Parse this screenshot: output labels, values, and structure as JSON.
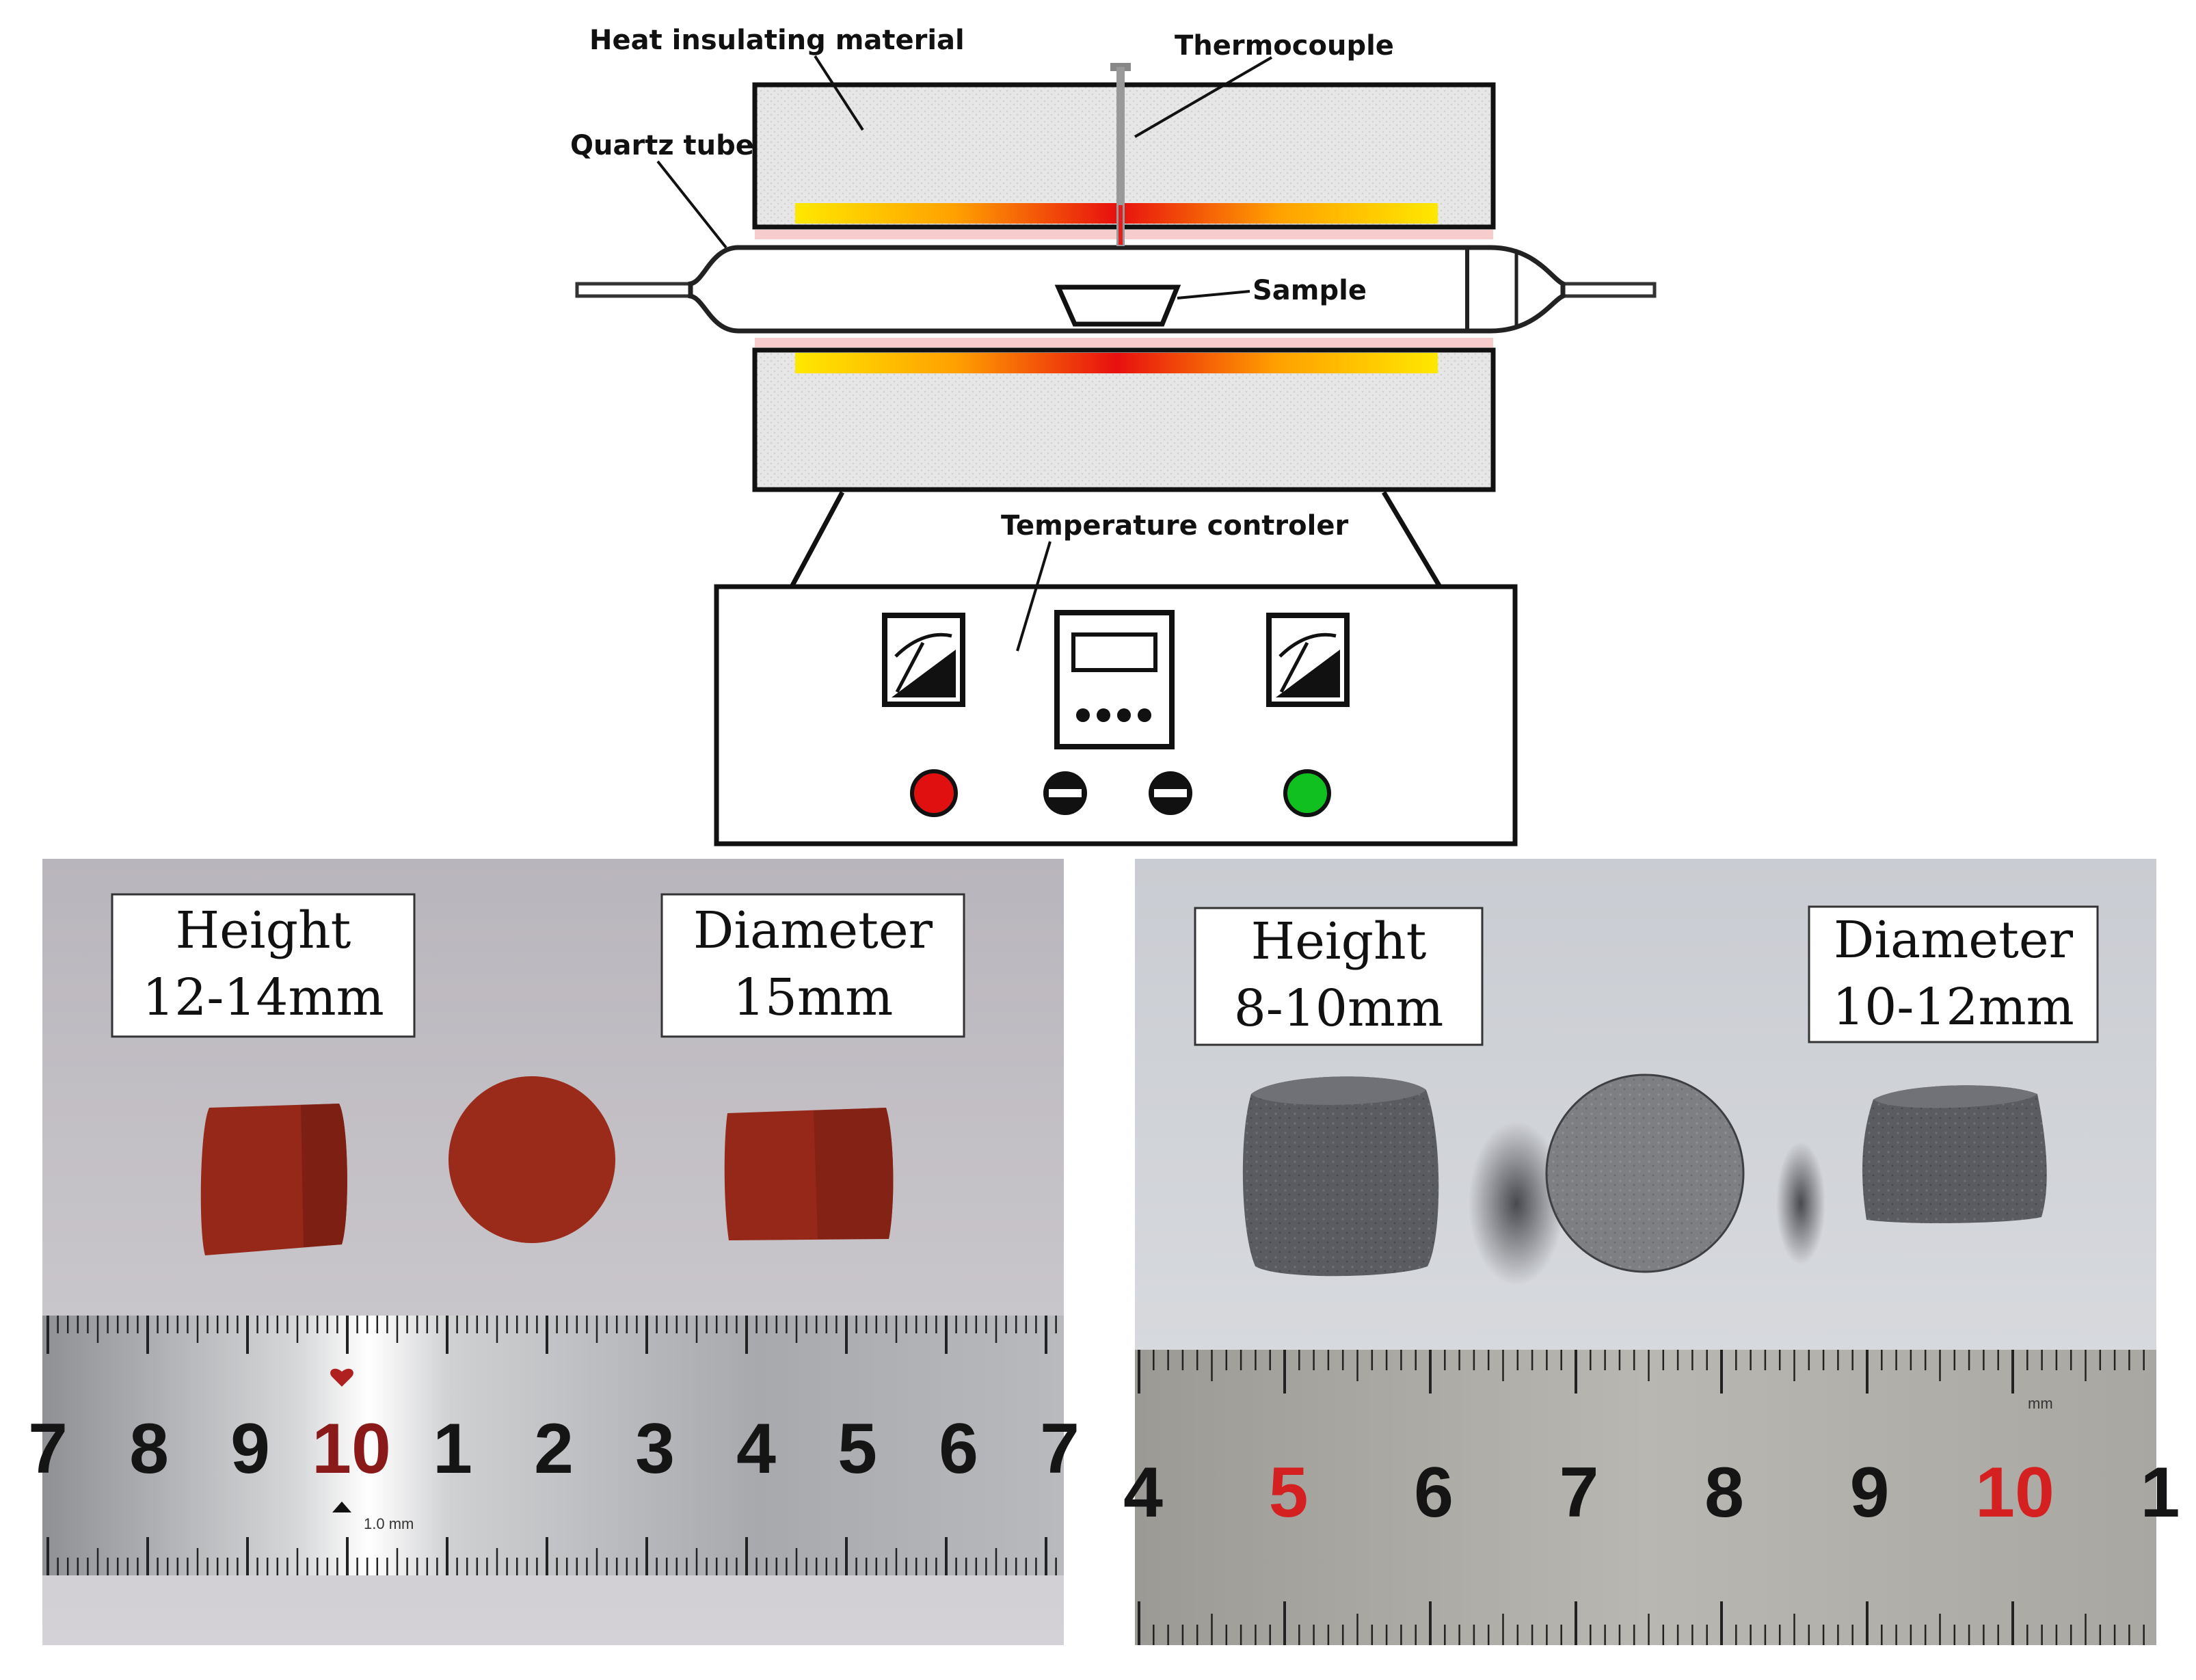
{
  "furnace": {
    "labels": {
      "heat_insulating_material": "Heat insulating material",
      "thermocouple": "Thermocouple",
      "quartz_tube": "Quartz tube",
      "sample": "Sample",
      "temperature_controller": "Temperature controler"
    },
    "lamps": {
      "left": "#e01010",
      "right": "#10c020"
    }
  },
  "photo_left": {
    "height_label": {
      "line1": "Height",
      "line2": "12-14mm"
    },
    "diameter_label": {
      "line1": "Diameter",
      "line2": "15mm"
    },
    "pellet_color": "#9a2a1a",
    "ruler_numbers": [
      "7",
      "8",
      "9",
      "10",
      "1",
      "2",
      "3",
      "4",
      "5",
      "6",
      "7"
    ],
    "ruler_unit": "1.0 mm"
  },
  "photo_right": {
    "height_label": {
      "line1": "Height",
      "line2": "8-10mm"
    },
    "diameter_label": {
      "line1": "Diameter",
      "line2": "10-12mm"
    },
    "pellet_color": "#55575c",
    "ruler_numbers": [
      "4",
      "5",
      "6",
      "7",
      "8",
      "9",
      "10",
      "1"
    ],
    "ruler_unit": "mm"
  }
}
